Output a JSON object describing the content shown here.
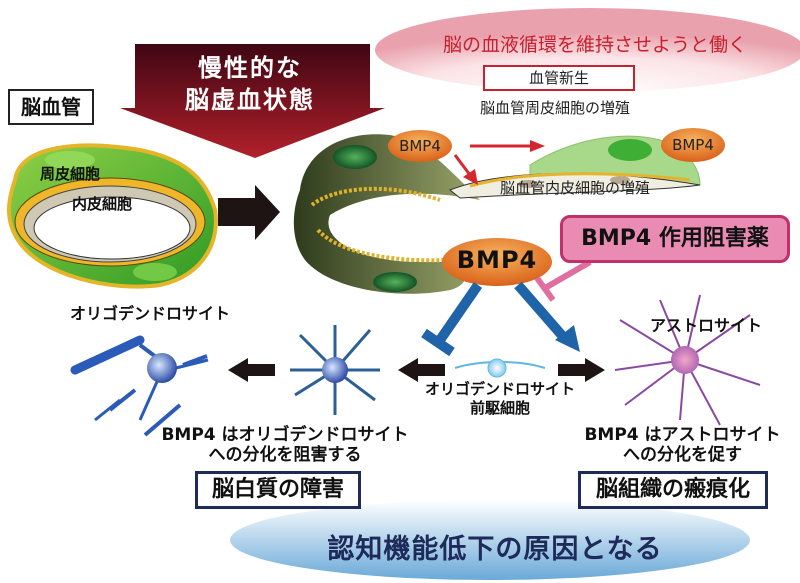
{
  "top_banner": {
    "text": "脳の血液循環を維持させようと働く"
  },
  "angiogenesis": {
    "box_label": "血管新生",
    "pericyte_proliferation": "脳血管周皮細胞の増殖",
    "endothelial_proliferation": "脳血管内皮細胞の増殖"
  },
  "vessel": {
    "title": "脳血管",
    "pericyte_label": "周皮細胞",
    "endothelial_label": "内皮細胞"
  },
  "ischemia_arrow": {
    "line1": "慢性的な",
    "line2": "脳虚血状態"
  },
  "bmp4": {
    "small_left": "BMP4",
    "small_right": "BMP4",
    "main": "BMP4"
  },
  "inhibitor": {
    "label": "BMP4 作用阻害薬"
  },
  "cells": {
    "oligodendrocyte": "オリゴデンドロサイト",
    "astrocyte": "アストロサイト",
    "opc_line1": "オリゴデンドロサイト",
    "opc_line2": "前駆細胞"
  },
  "descriptions": {
    "left_line1": "BMP4 はオリゴデンドロサイト",
    "left_line2": "への分化を阻害する",
    "right_line1": "BMP4 はアストロサイト",
    "right_line2": "への分化を促す"
  },
  "outcomes": {
    "left": "脳白質の障害",
    "right": "脳組織の瘢痕化"
  },
  "conclusion": {
    "text": "認知機能低下の原因となる"
  },
  "colors": {
    "accent_red": "#c8202e",
    "ischemia_arrow": "#6a0f1e",
    "bmp4_orange": "#e67a22",
    "inhibitor_pink": "#e98bb3",
    "pathway_blue": "#1f64a8",
    "outcome_navy": "#1d2a5a",
    "pericyte_green": "#4caf2a",
    "astrocyte_purple": "#8a4aa0"
  }
}
